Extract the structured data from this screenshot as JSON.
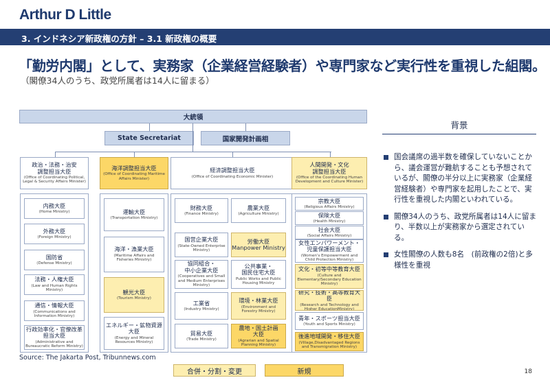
{
  "header": {
    "logo": "Arthur D Little",
    "section": "3. インドネシア新政権の方針 – 3.1 新政権の概要"
  },
  "title": "「勤労内閣」として、実務家（企業経営経験者）や専門家など実行性を重視した組閣。",
  "subtitle": "（閣僚34人のうち、政党所属者は14人に留まる）",
  "org": {
    "president": "大統領",
    "state_secretariat": "State Secretariat",
    "bappenas": "国家開発計画相",
    "coordinators": [
      {
        "ja": "政治・法務・治安\n調整担当大臣",
        "en": "(Office of Coordinating Political,\nLegal & Security Affairs Minister)"
      },
      {
        "ja": "海洋調整担当大臣",
        "en": "(Office of Coordinating Maritime\nAffairs Minister)"
      },
      {
        "ja": "経済調整担当大臣",
        "en": "(Office of Coordinating Economic Minister)"
      },
      {
        "ja": "人間開発・文化\n調整担当大臣",
        "en": "(Office of the Coordinating Human\nDevelopment and Culture Minister)"
      }
    ],
    "col1": [
      {
        "ja": "内務大臣",
        "en": "(Home Ministry)"
      },
      {
        "ja": "外務大臣",
        "en": "(Foreign Ministry)"
      },
      {
        "ja": "国防省",
        "en": "(Defense Ministry)"
      },
      {
        "ja": "法務・人権大臣",
        "en": "(Law and Human Rights\nMinistry)"
      },
      {
        "ja": "通信・情報大臣",
        "en": "(Communications and\nInformation Ministry)"
      },
      {
        "ja": "行政効率化・官僚改革\n担当大臣",
        "en": "(Administrative and\nBureaucratic Reform Ministry)"
      }
    ],
    "col2": [
      {
        "ja": "運輸大臣",
        "en": "(Transportation Ministry)"
      },
      {
        "ja": "海洋・漁業大臣",
        "en": "(Maritime Affairs and\nFisheries Ministry)"
      },
      {
        "ja": "観光大臣",
        "en": "(Tourism Ministry)"
      },
      {
        "ja": "エネルギー・鉱物資源\n大臣",
        "en": "(Energy and Mineral\nResources Ministry)"
      }
    ],
    "col3a": [
      {
        "ja": "財務大臣",
        "en": "(Finance Ministry)"
      },
      {
        "ja": "国営企業大臣",
        "en": "(State-Owned Enterprise\nMinistry)"
      },
      {
        "ja": "協同組合・\n中小企業大臣",
        "en": "(Cooperatives and Small\nand Medium Enterprises\nMinistry)"
      },
      {
        "ja": "工業省",
        "en": "(Industry Ministry)"
      },
      {
        "ja": "貿易大臣",
        "en": "(Trade Ministry)"
      }
    ],
    "col3b": [
      {
        "ja": "農業大臣",
        "en": "(Agriculture Ministry)"
      },
      {
        "ja": "労働大臣\nManpower Ministry",
        "en": ""
      },
      {
        "ja": "公共事業・\n国民住宅大臣",
        "en": "Public Works and Public\nHousing Ministry"
      },
      {
        "ja": "環境・林業大臣",
        "en": "(Environment and\nForestry Ministry)"
      },
      {
        "ja": "農地・国土計画\n大臣",
        "en": "(Agrarian and Spatial\nPlanning Ministry)"
      }
    ],
    "col4": [
      {
        "ja": "宗教大臣",
        "en": "(Religious Affairs Ministry)"
      },
      {
        "ja": "保険大臣",
        "en": "(Health Ministry)"
      },
      {
        "ja": "社会大臣",
        "en": "(Social Affairs Ministry)"
      },
      {
        "ja": "女性エンパワーメント・\n児童保護担当大臣",
        "en": "(Women's Empowerment and\nChild Protection Ministry)"
      },
      {
        "ja": "文化・初等中等教育大臣",
        "en": "(Culture and\nElementary/Secondary Education\nMinistry)"
      },
      {
        "ja": "研究・技術・高等教育大臣",
        "en": "(Research and Technology and\nHigher EducationMinistry)"
      },
      {
        "ja": "青年・スポーツ担当大臣",
        "en": "(Youth and Sports Ministry)"
      },
      {
        "ja": "後進地域開発・移住大臣",
        "en": "(Village,Disadvantaged Regions\nand Transmigration Ministry)"
      }
    ]
  },
  "background": {
    "title": "背景",
    "bullets": [
      "国会議席の過半数を確保していないことから、議会運営が難航することも予想されているが、閣僚の半分以上に実務家（企業経営経験者）や専門家を起用したことで、実行性を重視した内閣といわれている。",
      "閣僚34人のうち、政党所属者は14人に留まり、半数以上が実務家から選定されている。",
      "女性閣僚の人数も8名　(前政権の2倍)と多様性を重視"
    ]
  },
  "source": "Source: The Jakarta Post, Tribunnews.com",
  "legend": {
    "merged": "合併・分割・変更",
    "new": "新規"
  },
  "page_number": "18",
  "colors": {
    "navy": "#243f73",
    "new_yellow": "#fcd767",
    "changed_yellow": "#fdeeb0"
  }
}
